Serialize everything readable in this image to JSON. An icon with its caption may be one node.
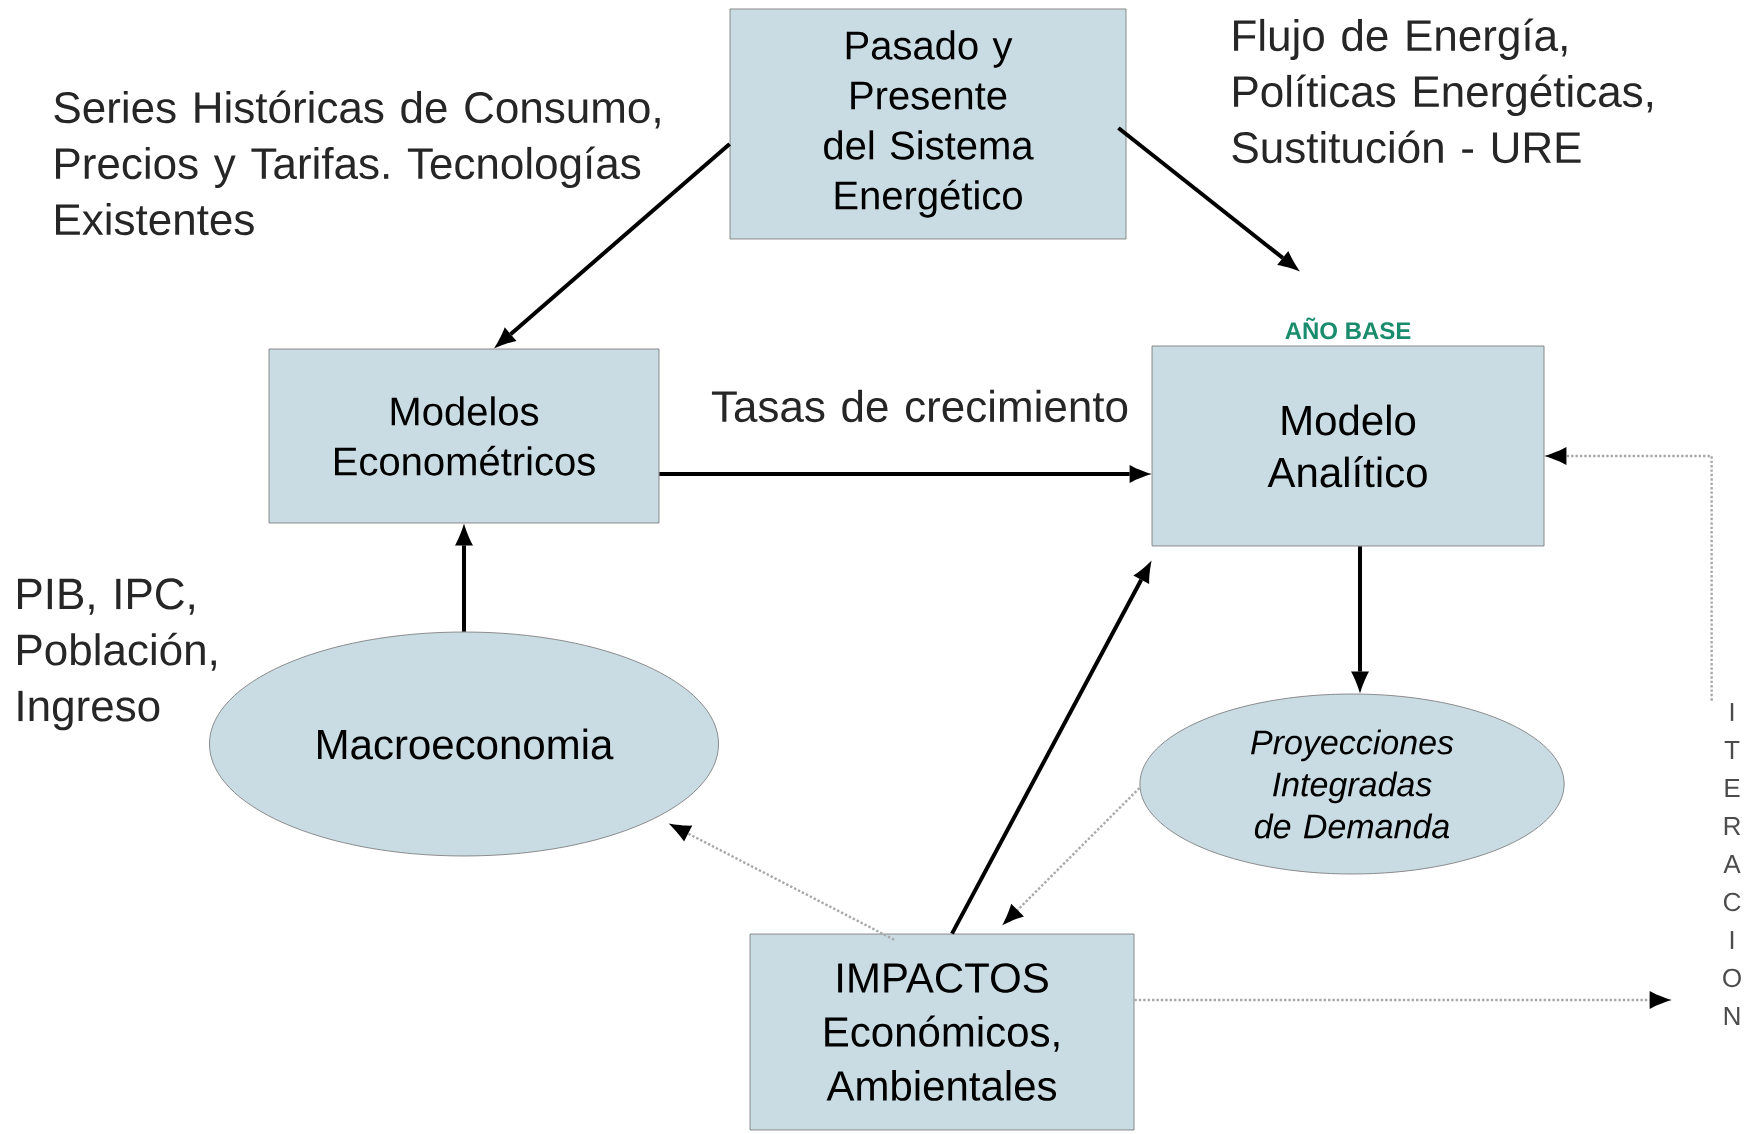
{
  "diagram": {
    "nodes": [
      {
        "text": [
          "Pasado y Presente del Sistema Energético"
        ]
      },
      {
        "text": [
          "Modelos Econométricos"
        ]
      },
      {
        "text": [
          "Modelo Analítico"
        ],
        "beside": [
          "AÑO BASE"
        ]
      },
      {
        "text": [
          "Macroeconomia"
        ]
      },
      {
        "text": [
          "Proyecciones Integradas de Demanda"
        ]
      },
      {
        "text": [
          "IMPACTOS Económicos, Ambientales"
        ]
      },
      {
        "text": [
          "ITERACION"
        ]
      }
    ],
    "edges": [
      {
        "from": 0,
        "to": 1,
        "arrow": "to",
        "label": "Series Históricas de Consumo, Precios y Tarifas. Tecnologías Existentes"
      },
      {
        "from": 0,
        "to": 2,
        "arrow": "to",
        "label": "Flujo de Energía, Políticas Energéticas, Sustitución - URE"
      },
      {
        "from": 1,
        "to": 2,
        "arrow": "to",
        "label": "Tasas de crecimiento"
      },
      {
        "from": 3,
        "to": 1,
        "arrow": "to"
      },
      {
        "from": 2,
        "to": 4,
        "arrow": "to"
      },
      {
        "from": 5,
        "to": 2,
        "arrow": "to"
      },
      {
        "from": 5,
        "to": 3,
        "arrow": "to",
        "style": "dashed",
        "color": "#a8a8a8"
      },
      {
        "from": 4,
        "to": 5,
        "arrow": "to",
        "style": "dashed",
        "color": "#a8a8a8"
      },
      {
        "from": 5,
        "to": 6,
        "arrow": "to",
        "style": "dashed",
        "color": "#a8a8a8"
      },
      {
        "from": 6,
        "to": 2,
        "arrow": "to",
        "style": "dashed",
        "color": "#a8a8a8"
      }
    ],
    "labels": [
      "PIB, IPC, Población, Ingreso"
    ]
  }
}
